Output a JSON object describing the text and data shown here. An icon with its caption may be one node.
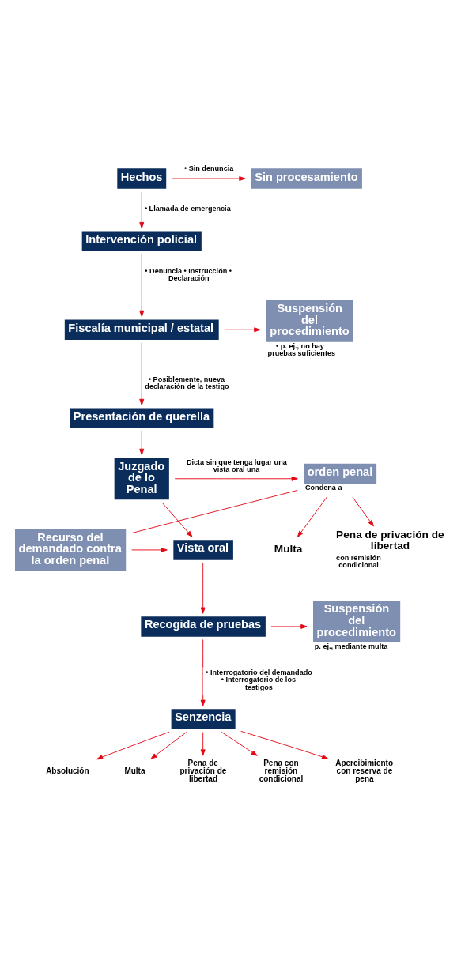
{
  "diagram": {
    "nodes": [
      {
        "text": [
          "Hechos"
        ]
      },
      {
        "text": [
          "Sin procesamiento"
        ]
      },
      {
        "text": [
          "Intervención policial"
        ]
      },
      {
        "text": [
          "Fiscalía municipal / estatal"
        ]
      },
      {
        "text": [
          "Suspensión del procedimiento"
        ],
        "beside": [
          "• p. ej., no hay pruebas suficientes"
        ]
      },
      {
        "text": [
          "Presentación de querella"
        ]
      },
      {
        "text": [
          "Juzgado de lo Penal"
        ]
      },
      {
        "text": [
          "orden penal"
        ],
        "beside": [
          "Condena a"
        ]
      },
      {
        "text": [
          "Multa"
        ]
      },
      {
        "text": [
          "Pena de privación de libertad",
          "con remisión condicional"
        ]
      },
      {
        "text": [
          "Vista oral"
        ]
      },
      {
        "text": [
          "Recurso del demandado contra la orden penal"
        ]
      },
      {
        "text": [
          "Recogida de pruebas"
        ]
      },
      {
        "text": [
          "Suspensión del procedimiento"
        ],
        "beside": [
          "p. ej., mediante multa"
        ]
      },
      {
        "text": [
          "Senzencia"
        ]
      },
      {
        "text": [
          "Absolución"
        ]
      },
      {
        "text": [
          "Multa"
        ]
      },
      {
        "text": [
          "Pena de privación de libertad"
        ]
      },
      {
        "text": [
          "Pena con remisión condicional"
        ]
      },
      {
        "text": [
          "Apercibimiento con reserva de pena"
        ]
      }
    ],
    "edges": [
      {
        "from": 0,
        "to": 1,
        "arrow": "to",
        "label": "• Sin denuncia"
      },
      {
        "from": 0,
        "to": 2,
        "arrow": "to",
        "label": "• Llamada de emergencia"
      },
      {
        "from": 2,
        "to": 3,
        "arrow": "to",
        "label": "• Denuncia • Instrucción • Declaración"
      },
      {
        "from": 3,
        "to": 4,
        "arrow": "to"
      },
      {
        "from": 3,
        "to": 5,
        "arrow": "to",
        "label": "• Posiblemente, nueva declaración de la testigo"
      },
      {
        "from": 5,
        "to": 6,
        "arrow": "to"
      },
      {
        "from": 6,
        "to": 7,
        "arrow": "to",
        "label": "Dicta sin que tenga lugar una vista oral una"
      },
      {
        "from": 7,
        "to": 8,
        "arrow": "to"
      },
      {
        "from": 7,
        "to": 9,
        "arrow": "to"
      },
      {
        "from": 7,
        "to": 11,
        "arrow": "none"
      },
      {
        "from": 6,
        "to": 10,
        "arrow": "to"
      },
      {
        "from": 11,
        "to": 10,
        "arrow": "to"
      },
      {
        "from": 10,
        "to": 12,
        "arrow": "to"
      },
      {
        "from": 12,
        "to": 13,
        "arrow": "to"
      },
      {
        "from": 12,
        "to": 14,
        "arrow": "to",
        "label": "• Interrogatorio del demandado • Interrogatorio de los testigos"
      },
      {
        "from": 14,
        "to": 15,
        "arrow": "to"
      },
      {
        "from": 14,
        "to": 16,
        "arrow": "to"
      },
      {
        "from": 14,
        "to": 17,
        "arrow": "to"
      },
      {
        "from": 14,
        "to": 18,
        "arrow": "to"
      },
      {
        "from": 14,
        "to": 19,
        "arrow": "to"
      }
    ]
  }
}
